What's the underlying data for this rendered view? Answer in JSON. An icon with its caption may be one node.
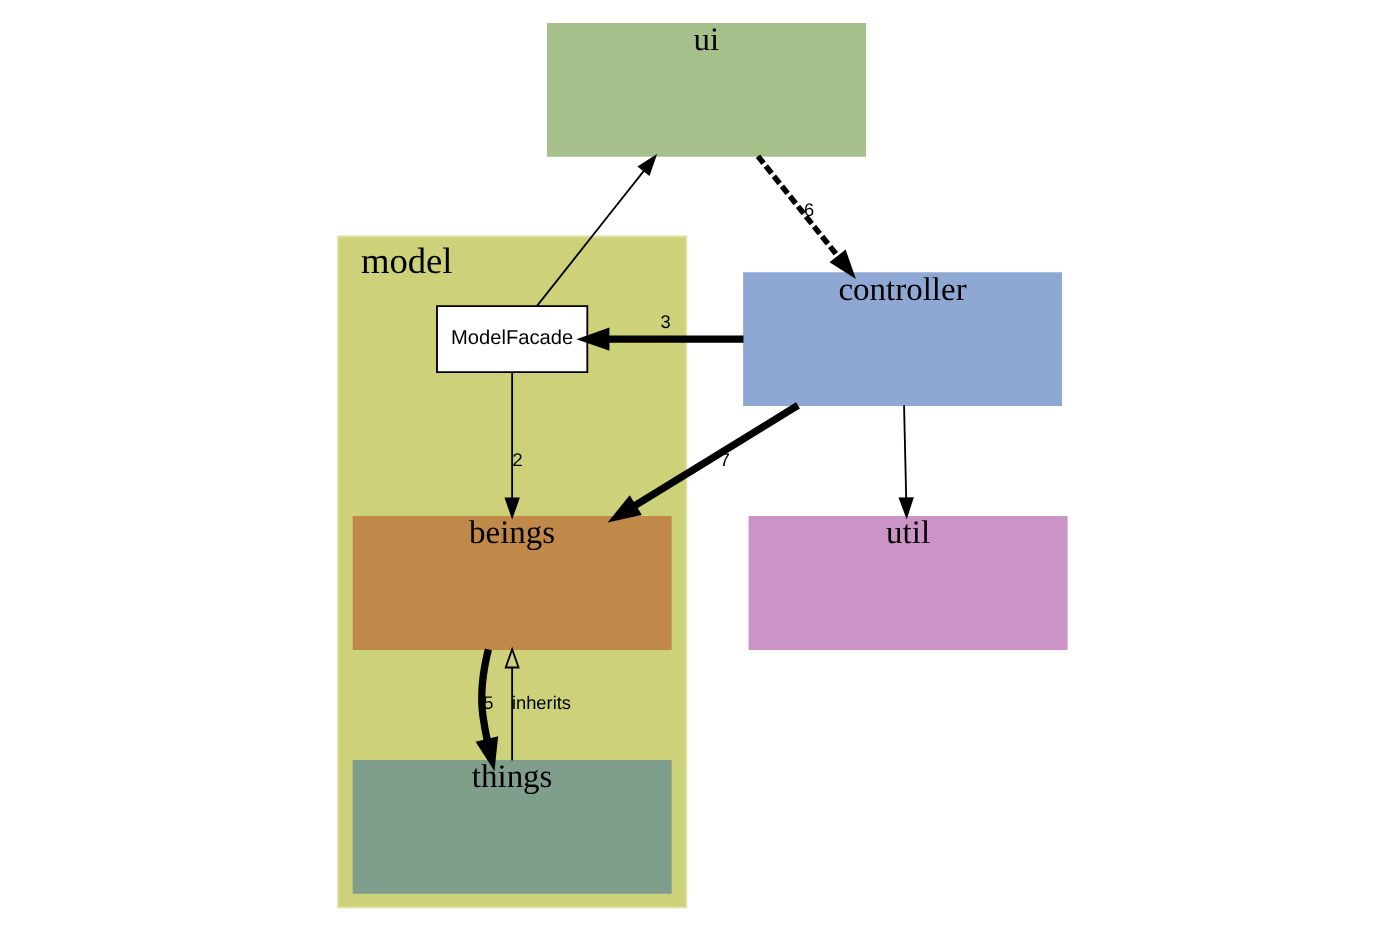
{
  "diagram": {
    "nodes": [
      {
        "text": [
          "model"
        ]
      },
      {
        "text": [
          "beings"
        ],
        "in": 0
      },
      {
        "text": [
          "things"
        ],
        "in": 0
      },
      {
        "text": [
          "ModelFacade"
        ],
        "in": 0
      },
      {
        "text": [
          "util"
        ]
      },
      {
        "text": [
          "controller"
        ]
      },
      {
        "text": [
          "ui"
        ]
      }
    ],
    "edges": [
      {
        "from": 2,
        "to": 1,
        "arrow": "to",
        "label": "inherits"
      },
      {
        "from": 1,
        "to": 2,
        "arrow": "to",
        "label": "5",
        "style": "thick"
      },
      {
        "from": 3,
        "to": 1,
        "arrow": "to",
        "label": "2"
      },
      {
        "from": 5,
        "to": 1,
        "arrow": "to",
        "label": "7",
        "style": "thick"
      },
      {
        "from": 5,
        "to": 3,
        "arrow": "to",
        "label": "3",
        "style": "thick"
      },
      {
        "from": 3,
        "to": 6,
        "arrow": "to"
      },
      {
        "from": 6,
        "to": 5,
        "arrow": "to",
        "label": "6",
        "style": "dashed"
      },
      {
        "from": 5,
        "to": 4,
        "arrow": "to"
      }
    ]
  }
}
